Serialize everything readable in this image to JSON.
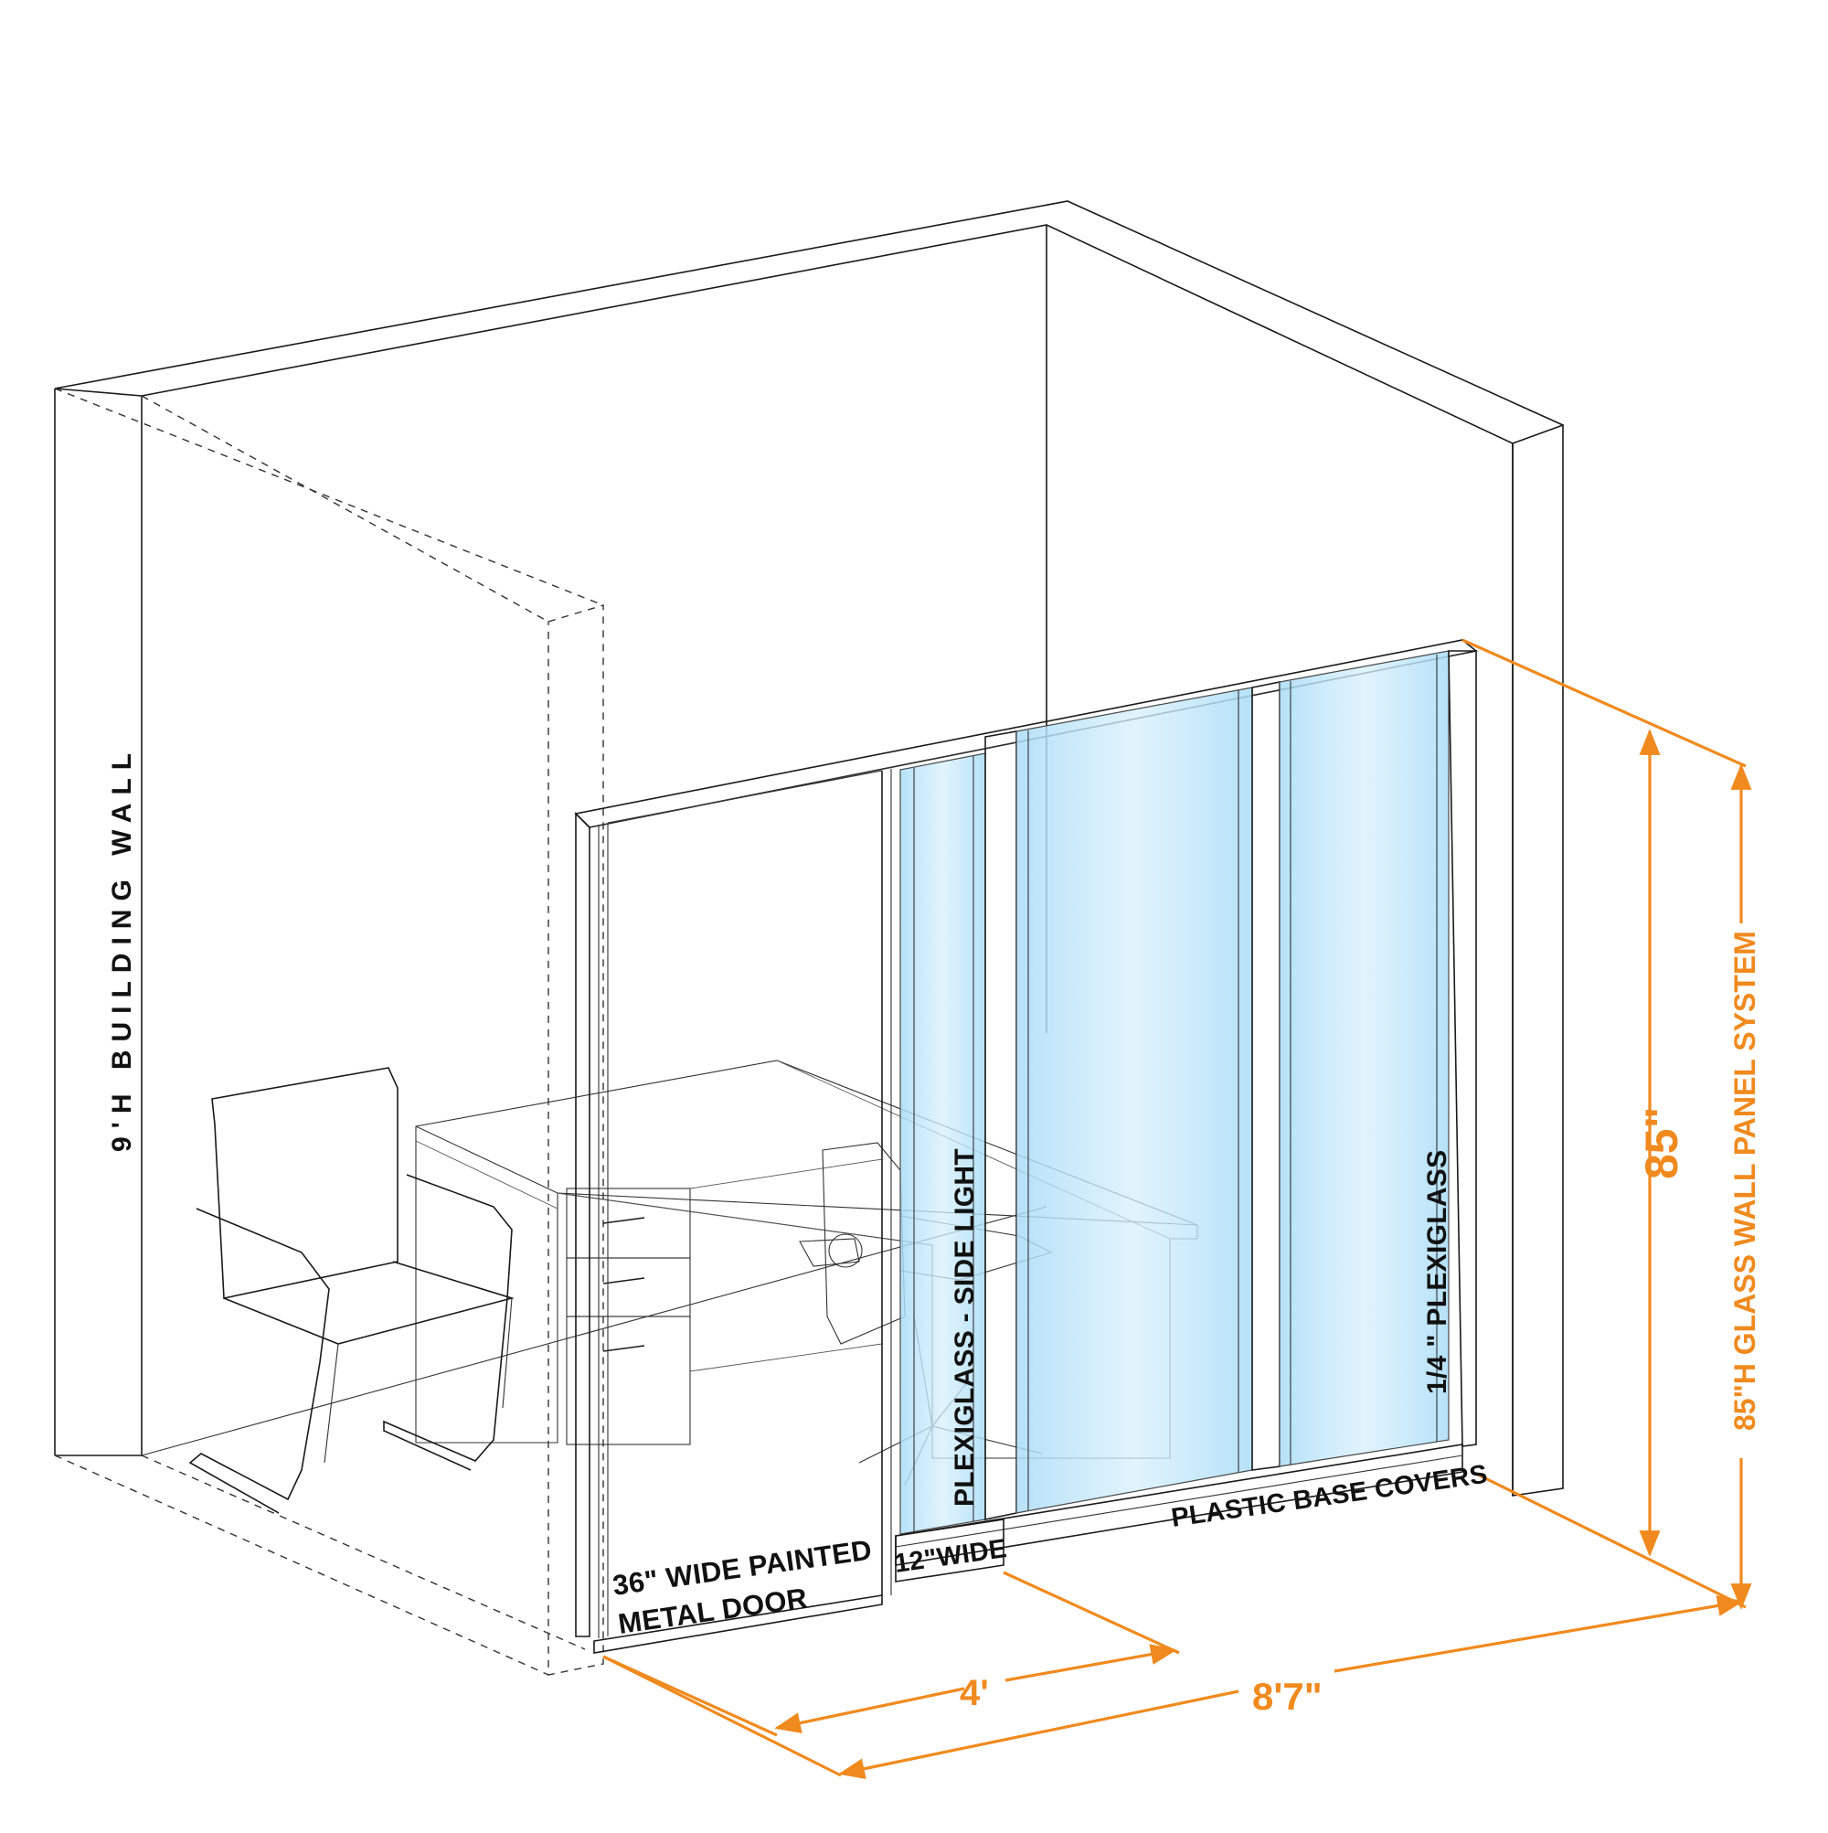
{
  "labels": {
    "building_wall": "9'H BUILDING WALL",
    "door_line1": "36\" WIDE PAINTED",
    "door_line2": "METAL DOOR",
    "side_light_width": "12\"WIDE",
    "side_light": "PLEXIGLASS - SIDE LIGHT",
    "plexiglass": "1/4 \" PLEXIGLASS",
    "base_covers": "PLASTIC BASE COVERS",
    "system": "85\"H GLASS WALL PANEL SYSTEM"
  },
  "dimensions": {
    "height": "85\"",
    "depth": "4'",
    "width": "8'7\""
  },
  "colors": {
    "dimension": "#f08a1e",
    "glass": "#bfe6fa",
    "line": "#1a1a1a"
  }
}
